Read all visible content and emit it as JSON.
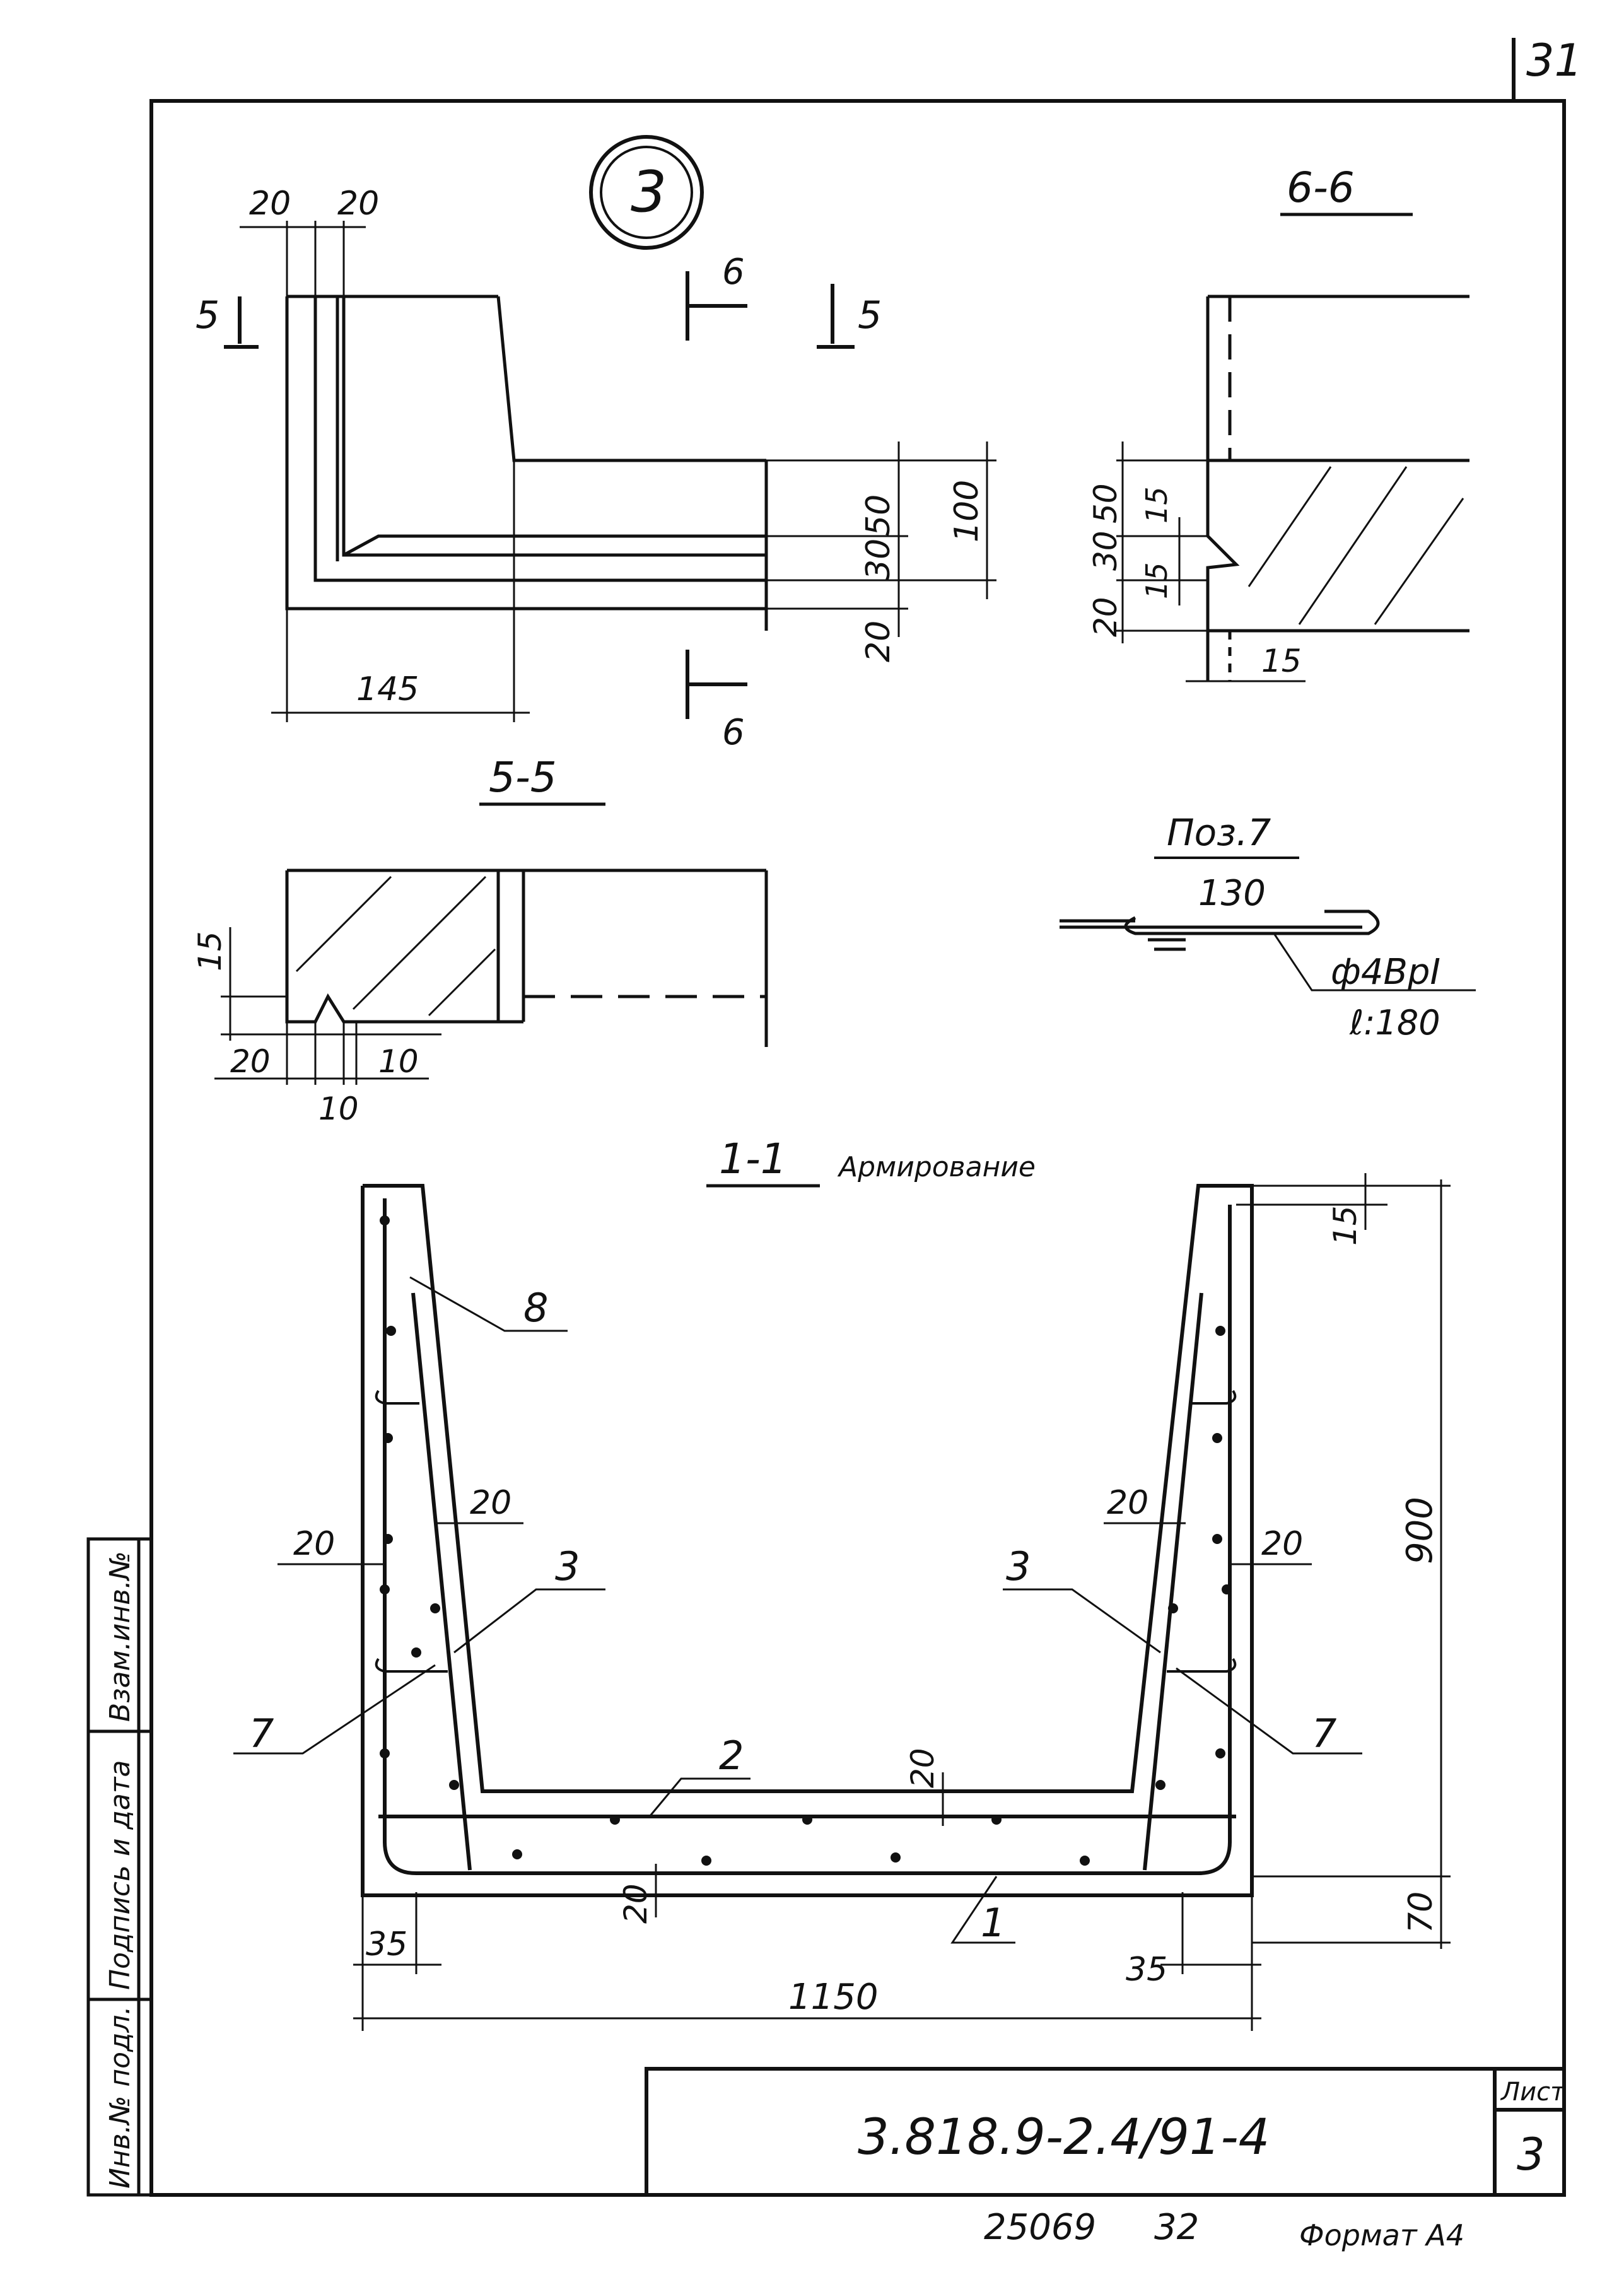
{
  "sheet": {
    "page_number": "31",
    "designation": "3.818.9-2.4/91-4",
    "sheet_label": "Лист",
    "sheet_number": "3",
    "inventory": "25069",
    "copy_number": "32",
    "format": "Формат А4"
  },
  "side_stamp": {
    "field_1": "Взам.инв.№",
    "field_2": "Подпись и дата",
    "field_3": "Инв.№ подл."
  },
  "node": {
    "marker": "3",
    "cut_6_label": "6",
    "cut_5_label": "5",
    "dims": {
      "d20a": "20",
      "d20b": "20",
      "d145": "145",
      "d50": "50",
      "d30": "30",
      "d20": "20",
      "d100": "100"
    }
  },
  "section_6_6": {
    "title": "6-6",
    "dims": {
      "d50": "50",
      "d15a": "15",
      "d30": "30",
      "d15b": "15",
      "d20": "20",
      "d15c": "15"
    }
  },
  "section_5_5": {
    "title": "5-5",
    "dims": {
      "d15": "15",
      "d20": "20",
      "d10a": "10",
      "d10b": "10"
    }
  },
  "pos7": {
    "title": "Поз.7",
    "length": "130",
    "rebar": "ф4ВрI",
    "total": "ℓ:180"
  },
  "section_1_1": {
    "title": "1-1",
    "subtitle": "Армирование",
    "labels": {
      "p8": "8",
      "p3_left": "3",
      "p3_right": "3",
      "p7_left": "7",
      "p7_right": "7",
      "p2": "2",
      "p1": "1"
    },
    "dims": {
      "d20_wall_left": "20",
      "d20_inner_left": "20",
      "d20_inner_right": "20",
      "d20_wall_right": "20",
      "d20_top": "20",
      "d20_bottom": "20",
      "d15": "15",
      "d900": "900",
      "d70": "70",
      "d35_left": "35",
      "d35_right": "35",
      "d1150": "1150"
    }
  }
}
